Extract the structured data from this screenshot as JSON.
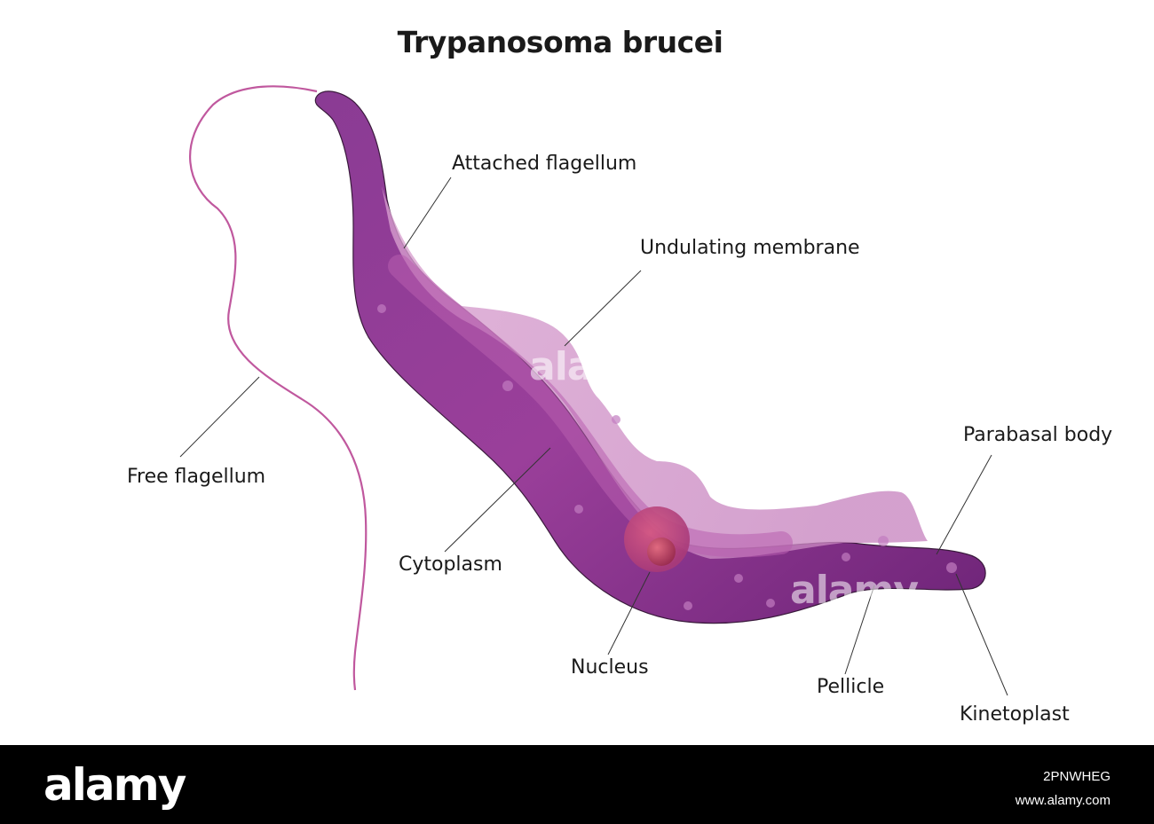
{
  "diagram": {
    "title": "Trypanosoma brucei",
    "labels": {
      "attached_flagellum": "Attached flagellum",
      "undulating_membrane": "Undulating membrane",
      "free_flagellum": "Free flagellum",
      "parabasal_body": "Parabasal body",
      "cytoplasm": "Cytoplasm",
      "nucleus": "Nucleus",
      "pellicle": "Pellicle",
      "kinetoplast": "Kinetoplast"
    },
    "colors": {
      "body_dark": "#7a2a84",
      "body_mid": "#a8459e",
      "body_light": "#c878be",
      "flagellum": "#c0589e",
      "nucleus": "#c2386a",
      "leader_line": "#333333"
    }
  },
  "watermark": "alamy",
  "footer": {
    "logo": "alamy",
    "image_id": "2PNWHEG",
    "site": "www.alamy.com"
  }
}
